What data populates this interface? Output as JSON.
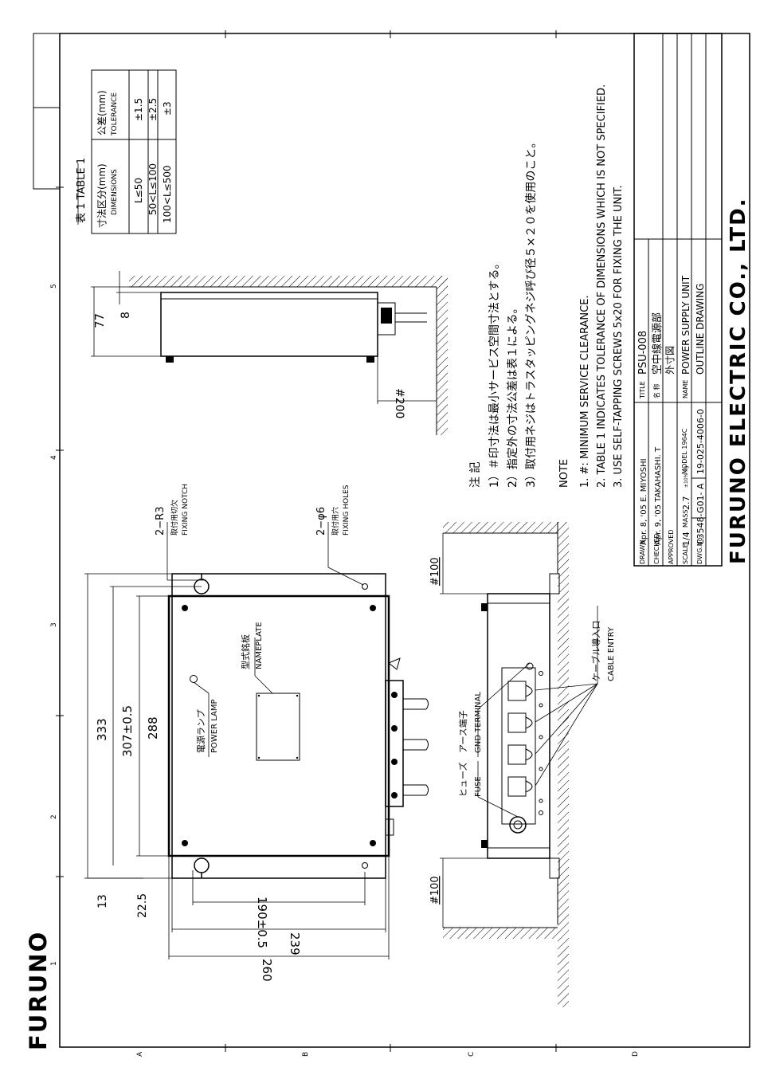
{
  "brand": {
    "logo": "FURUNO",
    "company": "FURUNO ELECTRIC CO., LTD."
  },
  "border": {
    "col_numbers": [
      "1",
      "2",
      "3",
      "4",
      "5"
    ],
    "row_letters": [
      "A",
      "B",
      "C",
      "D"
    ]
  },
  "table1": {
    "title": "表 1  TABLE 1",
    "col1_jp": "寸法区分(mm)",
    "col1_en": "DIMENSIONS",
    "col2_jp": "公差(mm)",
    "col2_en": "TOLERANCE",
    "rows": [
      {
        "dim": "L≤50",
        "tol": "±1.5"
      },
      {
        "dim": "50<L≤100",
        "tol": "±2.5"
      },
      {
        "dim": "100<L≤500",
        "tol": "±3"
      }
    ]
  },
  "dimensions": {
    "d333": "333",
    "d307": "307±0.5",
    "d288": "288",
    "d13": "13",
    "d22": "22.5",
    "d190": "190±0.5",
    "d239": "239",
    "d260": "260",
    "d77": "77",
    "d8": "8",
    "c200": "#200",
    "c100a": "#100",
    "c100b": "#100"
  },
  "callouts": {
    "notch_a": "2−R3",
    "notch_b": "取付用切欠",
    "notch_c": "FIXING NOTCH",
    "holes_a": "2−φ6",
    "holes_b": "取付用穴",
    "holes_c": "FIXING HOLES",
    "nameplate_jp": "型式銘板",
    "nameplate_en": "NAMEPLATE",
    "lamp_jp": "電源ランプ",
    "lamp_en": "POWER LAMP",
    "fuse_jp": "ヒューズ",
    "fuse_en": "FUSE",
    "gnd_jp": "アース端子",
    "gnd_en": "GND TERMINAL",
    "cable_jp": "ケーブル導入口",
    "cable_en": "CABLE ENTRY"
  },
  "notes": {
    "jp_head": "注  記",
    "jp1": "1）＃印寸法は最小サービス空間寸法とする。",
    "jp2": "2）指定外の寸法公差は表１による。",
    "jp3": "3）取付用ネジはトラスタッピングネジ呼び径５×２０を使用のこと。",
    "en_head": "NOTE",
    "en1": "1.  #: MINIMUM SERVICE CLEARANCE.",
    "en2": "2.  TABLE 1 INDICATES TOLERANCE OF DIMENSIONS WHICH IS NOT SPECIFIED.",
    "en3": "3.  USE SELF-TAPPING SCREWS 5x20 FOR FIXING THE UNIT."
  },
  "title_block": {
    "drawn_label": "DRAWN",
    "drawn": "Apr. 8, '05  E. MIYOSHI",
    "checked_label": "CHECKED",
    "checked": "Apr. 9, '05  TAKAHASHI. T",
    "approved_label": "APPROVED",
    "scale_label": "SCALE",
    "scale": "1/4",
    "mass_label": "MASS",
    "mass": "2.7",
    "mass_unit": "±10%  kg",
    "dwg_label": "DWG.No.",
    "dwg": "C3548-G01- A",
    "model": "MODEL 1964C",
    "ref": "19-025-4006-0",
    "title_label": "TITLE",
    "title": "PSU-008",
    "name_label_jp": "名 称",
    "name_jp": "空中線電源部",
    "name_label": "NAME",
    "sub_jp": "外寸図",
    "name_en": "POWER SUPPLY UNIT",
    "drawing_en": "OUTLINE DRAWING"
  }
}
